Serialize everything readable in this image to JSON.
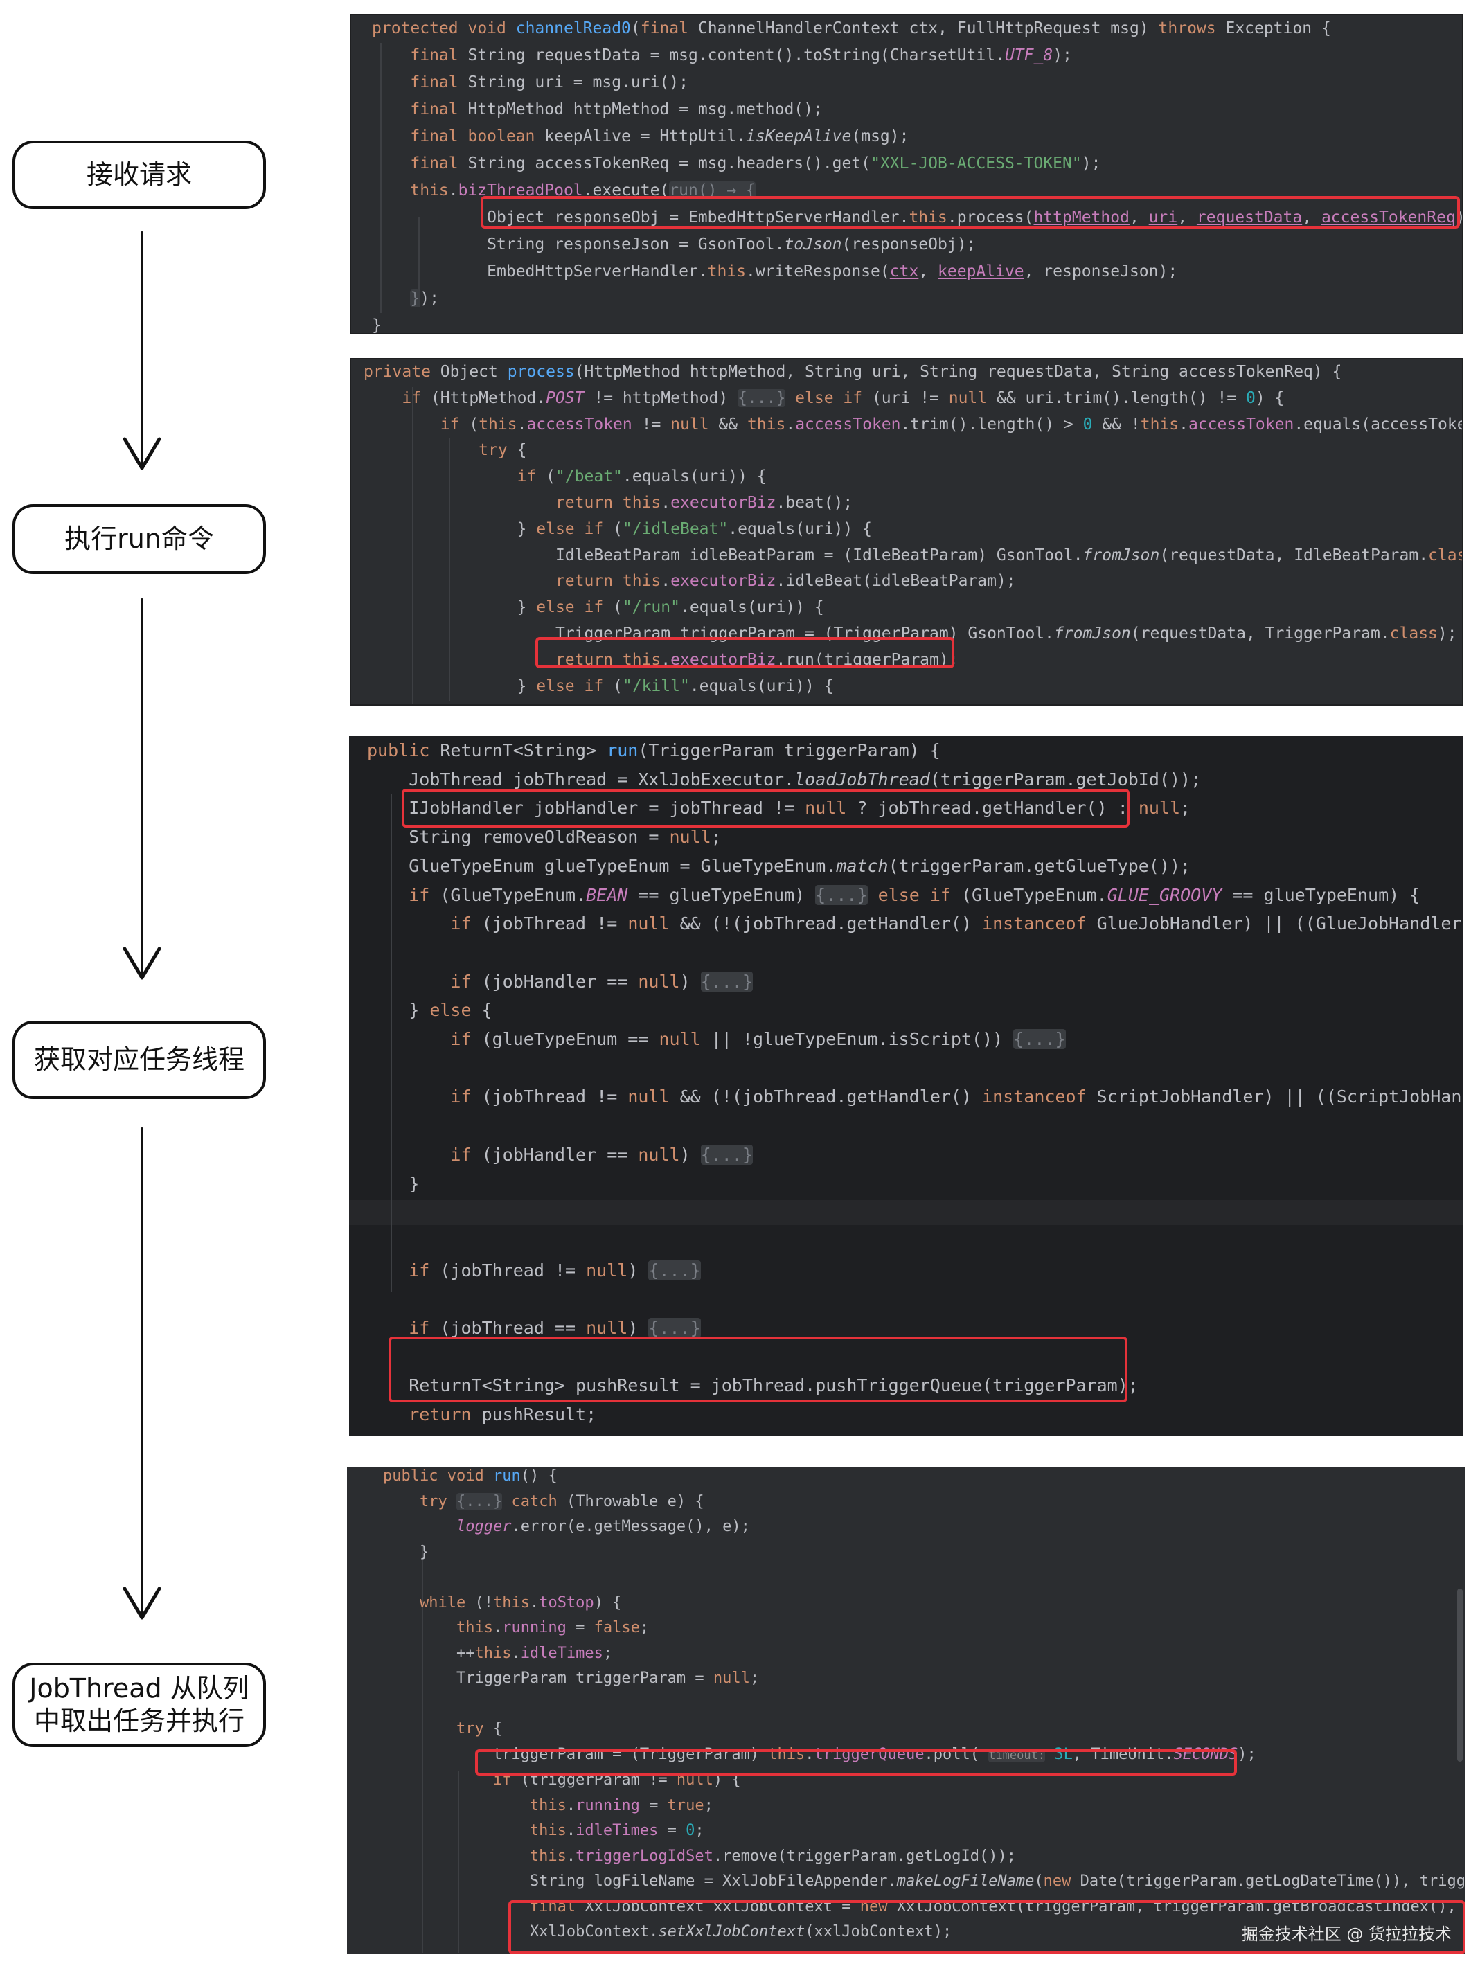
{
  "steps": [
    {
      "label": "接收请求"
    },
    {
      "label": "执行run命令"
    },
    {
      "label": "获取对应任务线程"
    },
    {
      "label_line1": "JobThread 从队列",
      "label_line2": "中取出任务并执行"
    }
  ],
  "watermark": "掘金技术社区 @ 货拉拉技术",
  "colors": {
    "editor_bg": "#2b2d30",
    "editor_bg_dark": "#1e1f22",
    "keyword": "#cf8e6d",
    "method": "#56a8f5",
    "string": "#6aab73",
    "number": "#2aacb8",
    "field": "#c77dbb",
    "highlight_box": "#e5323a"
  }
}
